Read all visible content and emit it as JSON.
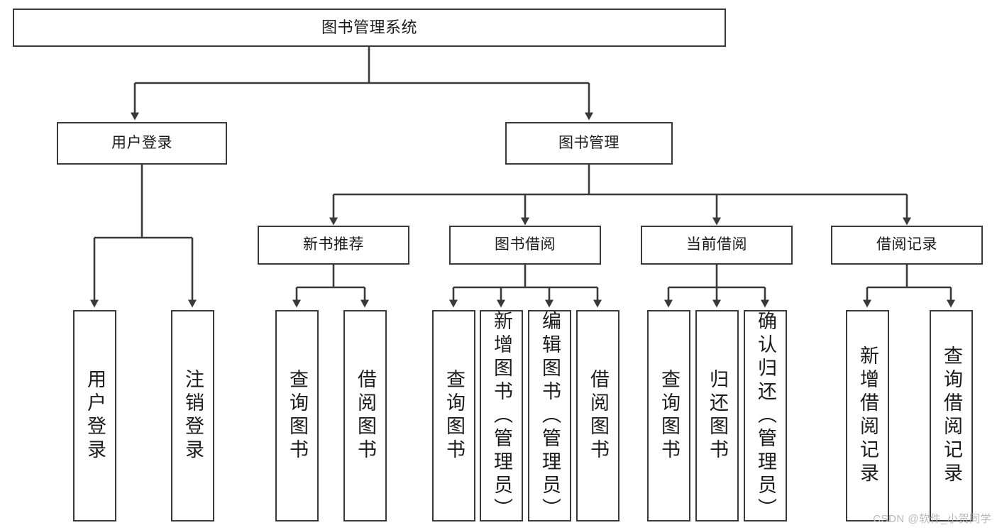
{
  "diagram": {
    "title": "图书管理系统",
    "watermark": "CSDN @软件_小贺同学",
    "stroke_color": "#3a3a3a",
    "text_color": "#1b1b1b",
    "background_color": "#ffffff",
    "nodes": {
      "root": {
        "label": "图书管理系统"
      },
      "level2": [
        {
          "id": "user-login",
          "label": "用户登录"
        },
        {
          "id": "book-manage",
          "label": "图书管理"
        }
      ],
      "level3": [
        {
          "id": "new-book-recommend",
          "label": "新书推荐"
        },
        {
          "id": "book-borrow",
          "label": "图书借阅"
        },
        {
          "id": "current-borrow",
          "label": "当前借阅"
        },
        {
          "id": "borrow-record",
          "label": "借阅记录"
        }
      ],
      "leaves": {
        "user-login": [
          {
            "id": "leaf-user-login",
            "label": "用户登录"
          },
          {
            "id": "leaf-logout-login",
            "label": "注销登录"
          }
        ],
        "new-book-recommend": [
          {
            "id": "leaf-query-book-1",
            "label": "查询图书"
          },
          {
            "id": "leaf-borrow-book-1",
            "label": "借阅图书"
          }
        ],
        "book-borrow": [
          {
            "id": "leaf-query-book-2",
            "label": "查询图书"
          },
          {
            "id": "leaf-add-book",
            "label": "新增图书（管理员）"
          },
          {
            "id": "leaf-edit-book",
            "label": "编辑图书（管理员）"
          },
          {
            "id": "leaf-borrow-book-2",
            "label": "借阅图书"
          }
        ],
        "current-borrow": [
          {
            "id": "leaf-query-book-3",
            "label": "查询图书"
          },
          {
            "id": "leaf-return-book",
            "label": "归还图书"
          },
          {
            "id": "leaf-confirm-return",
            "label": "确认归还（管理员）"
          }
        ],
        "borrow-record": [
          {
            "id": "leaf-add-record",
            "label": "新增借阅记录"
          },
          {
            "id": "leaf-query-record",
            "label": "查询借阅记录"
          }
        ]
      }
    }
  }
}
